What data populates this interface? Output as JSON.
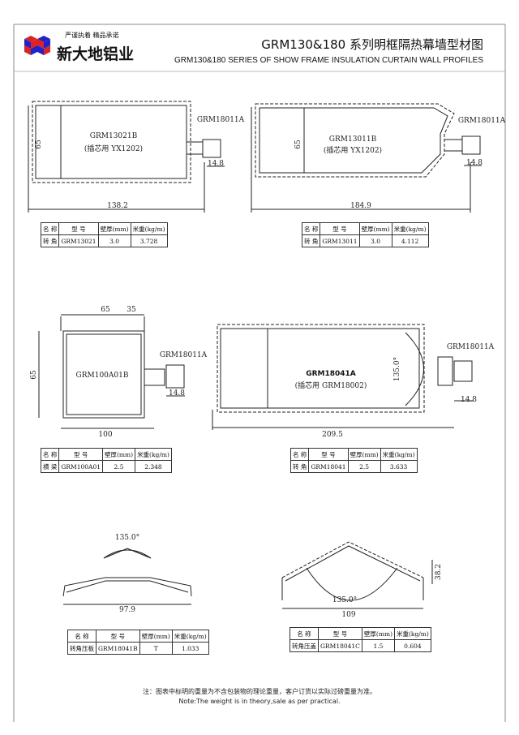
{
  "header": {
    "slogan": "严谨执着 精品承诺",
    "company": "新大地铝业",
    "title": "GRM130&180 系列明框隔热幕墙型材图",
    "subtitle": "GRM130&180 SERIES OF SHOW FRAME INSULATION CURTAIN WALL PROFILES"
  },
  "table_headers": [
    "名 称",
    "型 号",
    "壁厚(mm)",
    "米重(kg/m)"
  ],
  "profiles": [
    {
      "label": "GRM13021B",
      "insert": "(插芯用 YX1202)",
      "dim_h": "65",
      "dim_w": "138.2",
      "strip": "GRM18011A",
      "strip_w": "14.8",
      "row": [
        "转 角",
        "GRM13021",
        "3.0",
        "3.728"
      ]
    },
    {
      "label": "GRM13011B",
      "insert": "(插芯用 YX1202)",
      "dim_h": "65",
      "dim_w": "184.9",
      "strip": "GRM18011A",
      "strip_w": "14.8",
      "row": [
        "转 角",
        "GRM13011",
        "3.0",
        "4.112"
      ]
    },
    {
      "label": "GRM100A01B",
      "dim_h": "65",
      "dim_top1": "65",
      "dim_top2": "35",
      "dim_w": "100",
      "strip": "GRM18011A",
      "strip_w": "14.8",
      "row": [
        "横 梁",
        "GRM100A01",
        "2.5",
        "2.348"
      ]
    },
    {
      "label": "GRM18041A",
      "insert": "(插芯用 GRM18002)",
      "angle": "135.0°",
      "dim_w": "209.5",
      "strip": "GRM18011A",
      "strip_w": "14.8",
      "row": [
        "转 角",
        "GRM18041",
        "2.5",
        "3.633"
      ]
    },
    {
      "angle": "135.0°",
      "dim_w": "97.9",
      "row": [
        "转角压板",
        "GRM18041B",
        "T",
        "1.033"
      ]
    },
    {
      "angle": "135.0°",
      "dim_w": "109",
      "dim_h": "38.2",
      "row": [
        "转角压盖",
        "GRM18041C",
        "1.5",
        "0.604"
      ]
    }
  ],
  "footer": {
    "note_cn": "注：图表中标明的重量为不含包装物的理论重量，客户订货以实际过磅重量为准。",
    "note_en": "Note:The weight is in theory,sale as per practical."
  }
}
